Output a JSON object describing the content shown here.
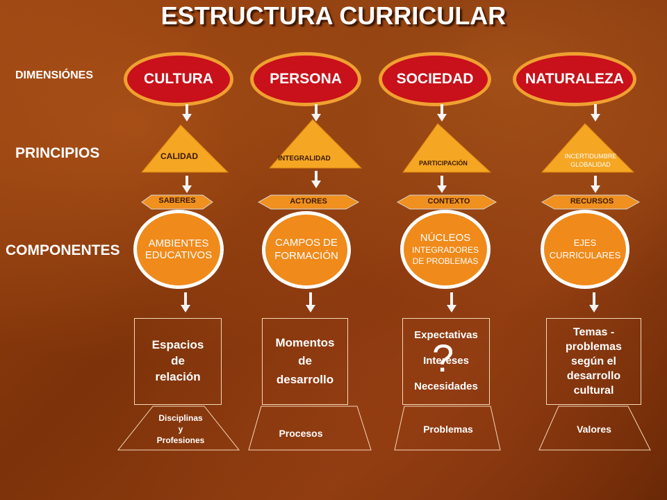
{
  "title": "ESTRUCTURA CURRICULAR",
  "row_labels": {
    "dimensiones": "DIMENSIÓNES",
    "principios": "PRINCIPIOS",
    "componentes": "COMPONENTES"
  },
  "columns": [
    {
      "dimension": "CULTURA",
      "principle": [
        "CALIDAD"
      ],
      "hexagon": "SABERES",
      "component": [
        "AMBIENTES",
        "EDUCATIVOS"
      ],
      "box": [
        "Espacios",
        "de",
        "relación"
      ],
      "base": [
        "Disciplinas",
        "y",
        "Profesiones"
      ]
    },
    {
      "dimension": "PERSONA",
      "principle": [
        "INTEGRALIDAD"
      ],
      "hexagon": "ACTORES",
      "component": [
        "CAMPOS DE",
        "FORMACIÓN"
      ],
      "box": [
        "Momentos",
        "de",
        "desarrollo"
      ],
      "base": [
        "Procesos"
      ]
    },
    {
      "dimension": "SOCIEDAD",
      "principle": [
        "PARTICIPACIÓN"
      ],
      "hexagon": "CONTEXTO",
      "component": [
        "NÚCLEOS",
        "INTEGRADORES",
        "DE PROBLEMAS"
      ],
      "box": [
        "Expectativas",
        "Intereses",
        "Necesidades"
      ],
      "box_overlay": "?",
      "base": [
        "Problemas"
      ]
    },
    {
      "dimension": "NATURALEZA",
      "principle": [
        "INCERTIDUMBRE",
        "GLOBALIDAD"
      ],
      "hexagon": "RECURSOS",
      "component": [
        "EJES",
        "CURRICULARES"
      ],
      "box": [
        "Temas -",
        "problemas",
        "según el",
        "desarrollo",
        "cultural"
      ],
      "base": [
        "Valores"
      ]
    }
  ],
  "colors": {
    "oval_fill": "#c8111a",
    "oval_border": "#f0a030",
    "triangle_fill": "#f5a623",
    "hexagon_fill": "#f0901e",
    "circle_fill": "#f08a1a",
    "arrow": "#f4f4f4"
  }
}
